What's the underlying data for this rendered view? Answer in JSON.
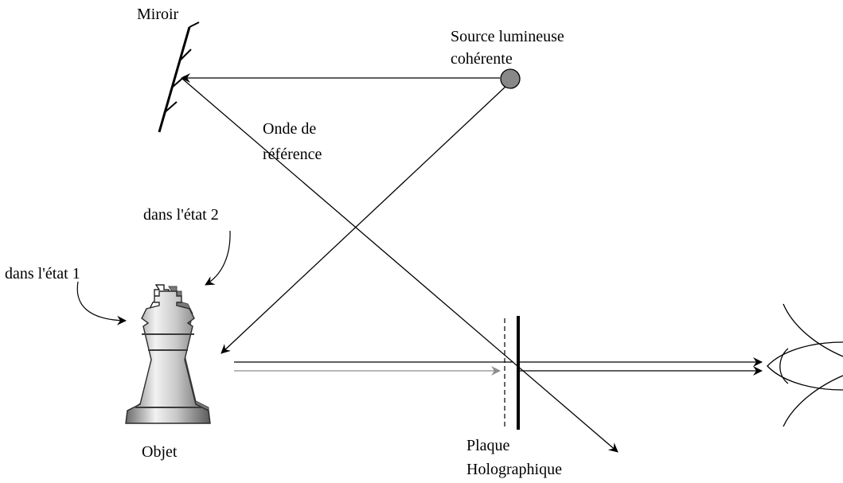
{
  "labels": {
    "mirror": "Miroir",
    "source_line1": "Source lumineuse",
    "source_line2": "cohérente",
    "reference_line1": "Onde de",
    "reference_line2": "référence",
    "state2": "dans l'état 2",
    "state1": "dans l'état 1",
    "object": "Objet",
    "plate_line1": "Plaque",
    "plate_line2": "Holographique"
  },
  "colors": {
    "ink": "#000000",
    "source_fill": "#888888",
    "state2_beam": "#8c8c8c",
    "piece_light": "#f2f2f2",
    "piece_mid": "#b4b4b4",
    "piece_dark": "#5a5a5a"
  },
  "icons": {
    "source": "light-source-icon",
    "mirror": "mirror-icon",
    "object": "chess-king-icon",
    "observer": "eye-icon"
  }
}
